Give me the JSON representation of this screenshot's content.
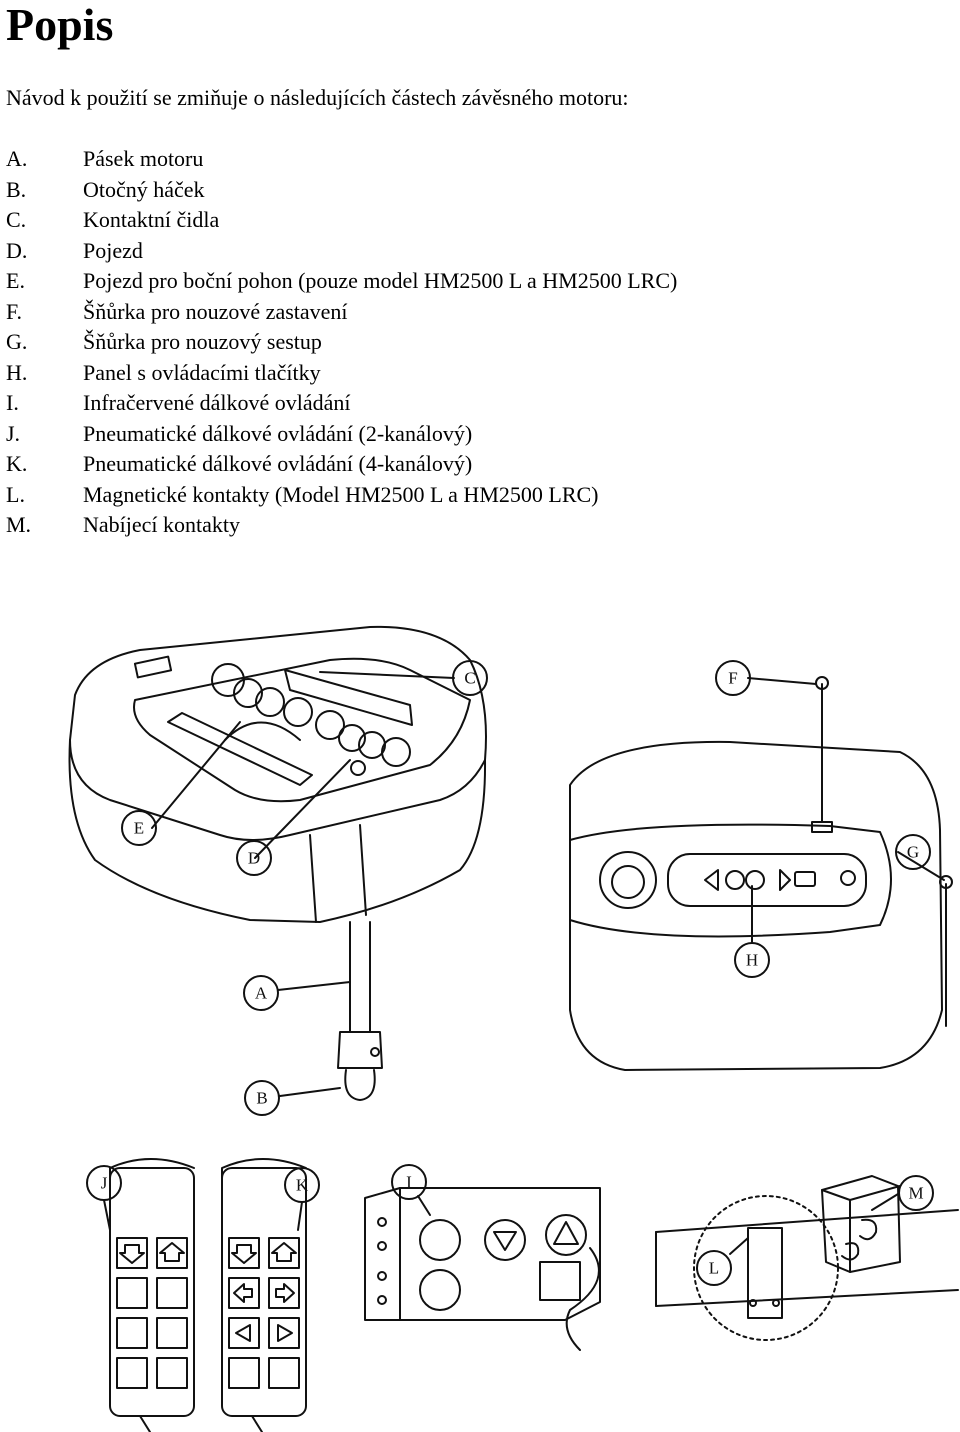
{
  "heading": "Popis",
  "intro": "Návod k použití se zmiňuje o následujících částech závěsného motoru:",
  "parts": [
    {
      "letter": "A.",
      "text": "Pásek motoru"
    },
    {
      "letter": "B.",
      "text": "Otočný háček"
    },
    {
      "letter": "C.",
      "text": "Kontaktní čidla"
    },
    {
      "letter": "D.",
      "text": "Pojezd"
    },
    {
      "letter": "E.",
      "text": "Pojezd pro boční pohon (pouze model HM2500 L a HM2500 LRC)"
    },
    {
      "letter": "F.",
      "text": "Šňůrka pro nouzové zastavení"
    },
    {
      "letter": "G.",
      "text": "Šňůrka pro nouzový sestup"
    },
    {
      "letter": "H.",
      "text": "Panel s ovládacími tlačítky"
    },
    {
      "letter": "I.",
      "text": "Infračervené dálkové ovládání"
    },
    {
      "letter": "J.",
      "text": "Pneumatické dálkové ovládání (2-kanálový)"
    },
    {
      "letter": "K.",
      "text": "Pneumatické dálkové ovládání (4-kanálový)"
    },
    {
      "letter": "L.",
      "text": "Magnetické kontakty (Model HM2500 L a HM2500 LRC)"
    },
    {
      "letter": "M.",
      "text": "Nabíjecí kontakty"
    }
  ],
  "callouts": {
    "a": "A",
    "b": "B",
    "c": "C",
    "d": "D",
    "e": "E",
    "f": "F",
    "g": "G",
    "h": "H",
    "i": "I",
    "j": "J",
    "k": "K",
    "l": "L",
    "m": "M"
  }
}
